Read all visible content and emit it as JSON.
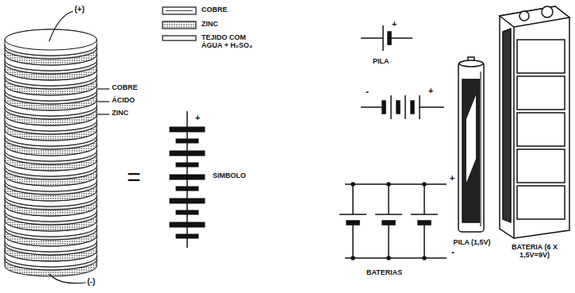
{
  "diagram": {
    "labels": [
      "(+)",
      "COBRE",
      "ÁCIDO",
      "ZINC",
      "(-)",
      "=",
      "+",
      "SIMBOLO",
      "+",
      "PILA",
      "-",
      "+",
      "+",
      "-",
      "BATERIAS",
      "PILA (1,5V)",
      "BATERIA (6 X 1,5V=9V)"
    ],
    "legend": [
      {
        "text": "COBRE"
      },
      {
        "text": "ZINC"
      },
      {
        "text": "TEJIDO COM ÁGUA + H₂SO₄"
      }
    ]
  }
}
